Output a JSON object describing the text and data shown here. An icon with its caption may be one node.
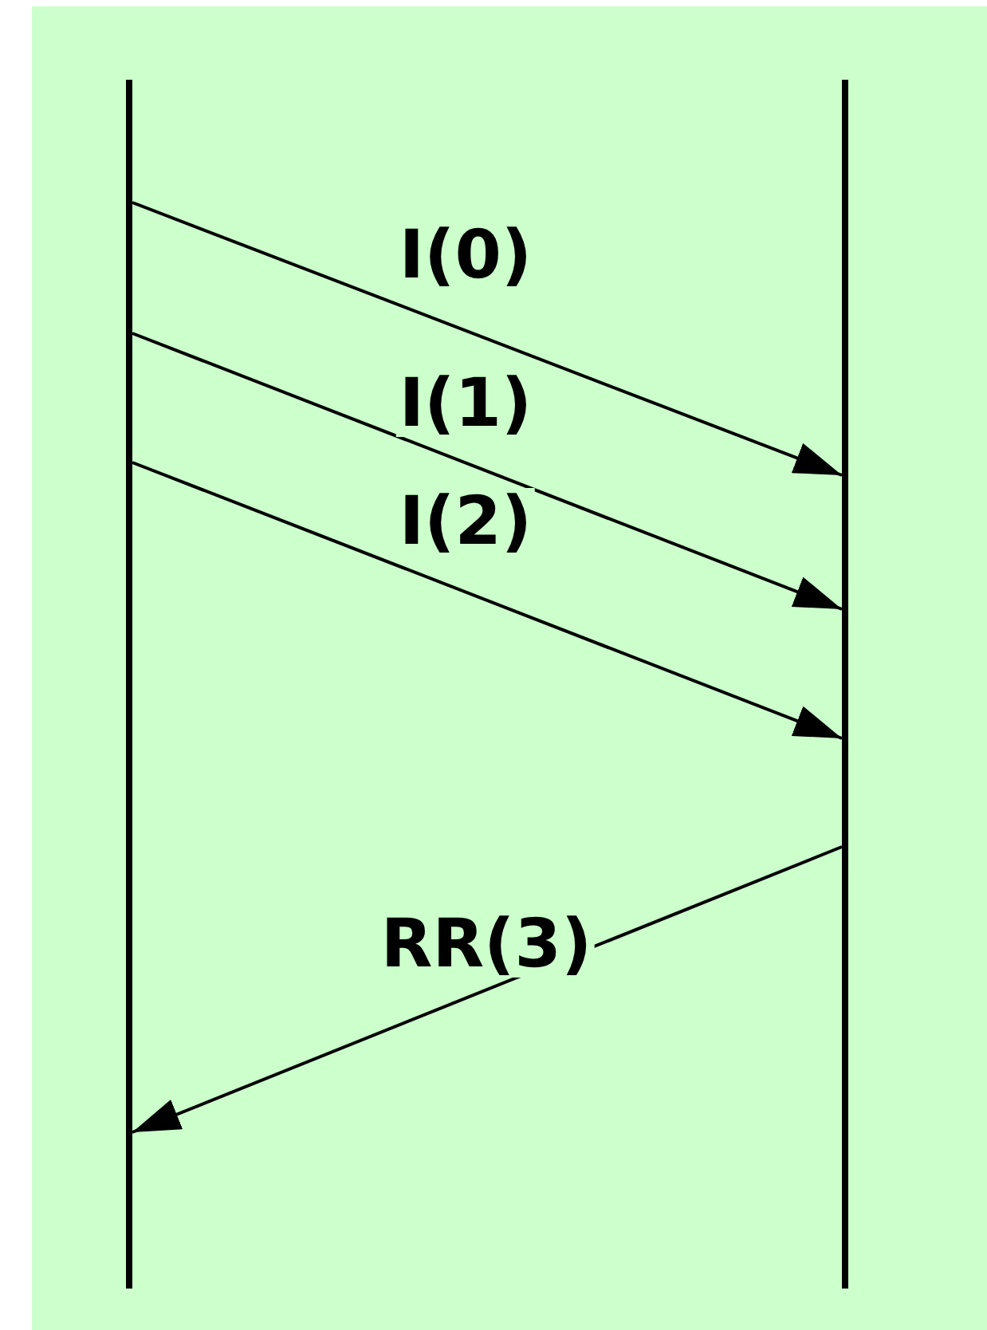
{
  "diagram": {
    "nodes": [
      {
        "text": [],
        "shape": "bar"
      },
      {
        "text": [],
        "shape": "bar"
      }
    ],
    "edges": [
      {
        "from": 0,
        "to": 1,
        "arrow": "to",
        "label": "I(0)"
      },
      {
        "from": 0,
        "to": 1,
        "arrow": "to",
        "label": "I(1)"
      },
      {
        "from": 0,
        "to": 1,
        "arrow": "to",
        "label": "I(2)"
      },
      {
        "from": 1,
        "to": 0,
        "arrow": "to",
        "label": "RR(3)"
      }
    ]
  }
}
